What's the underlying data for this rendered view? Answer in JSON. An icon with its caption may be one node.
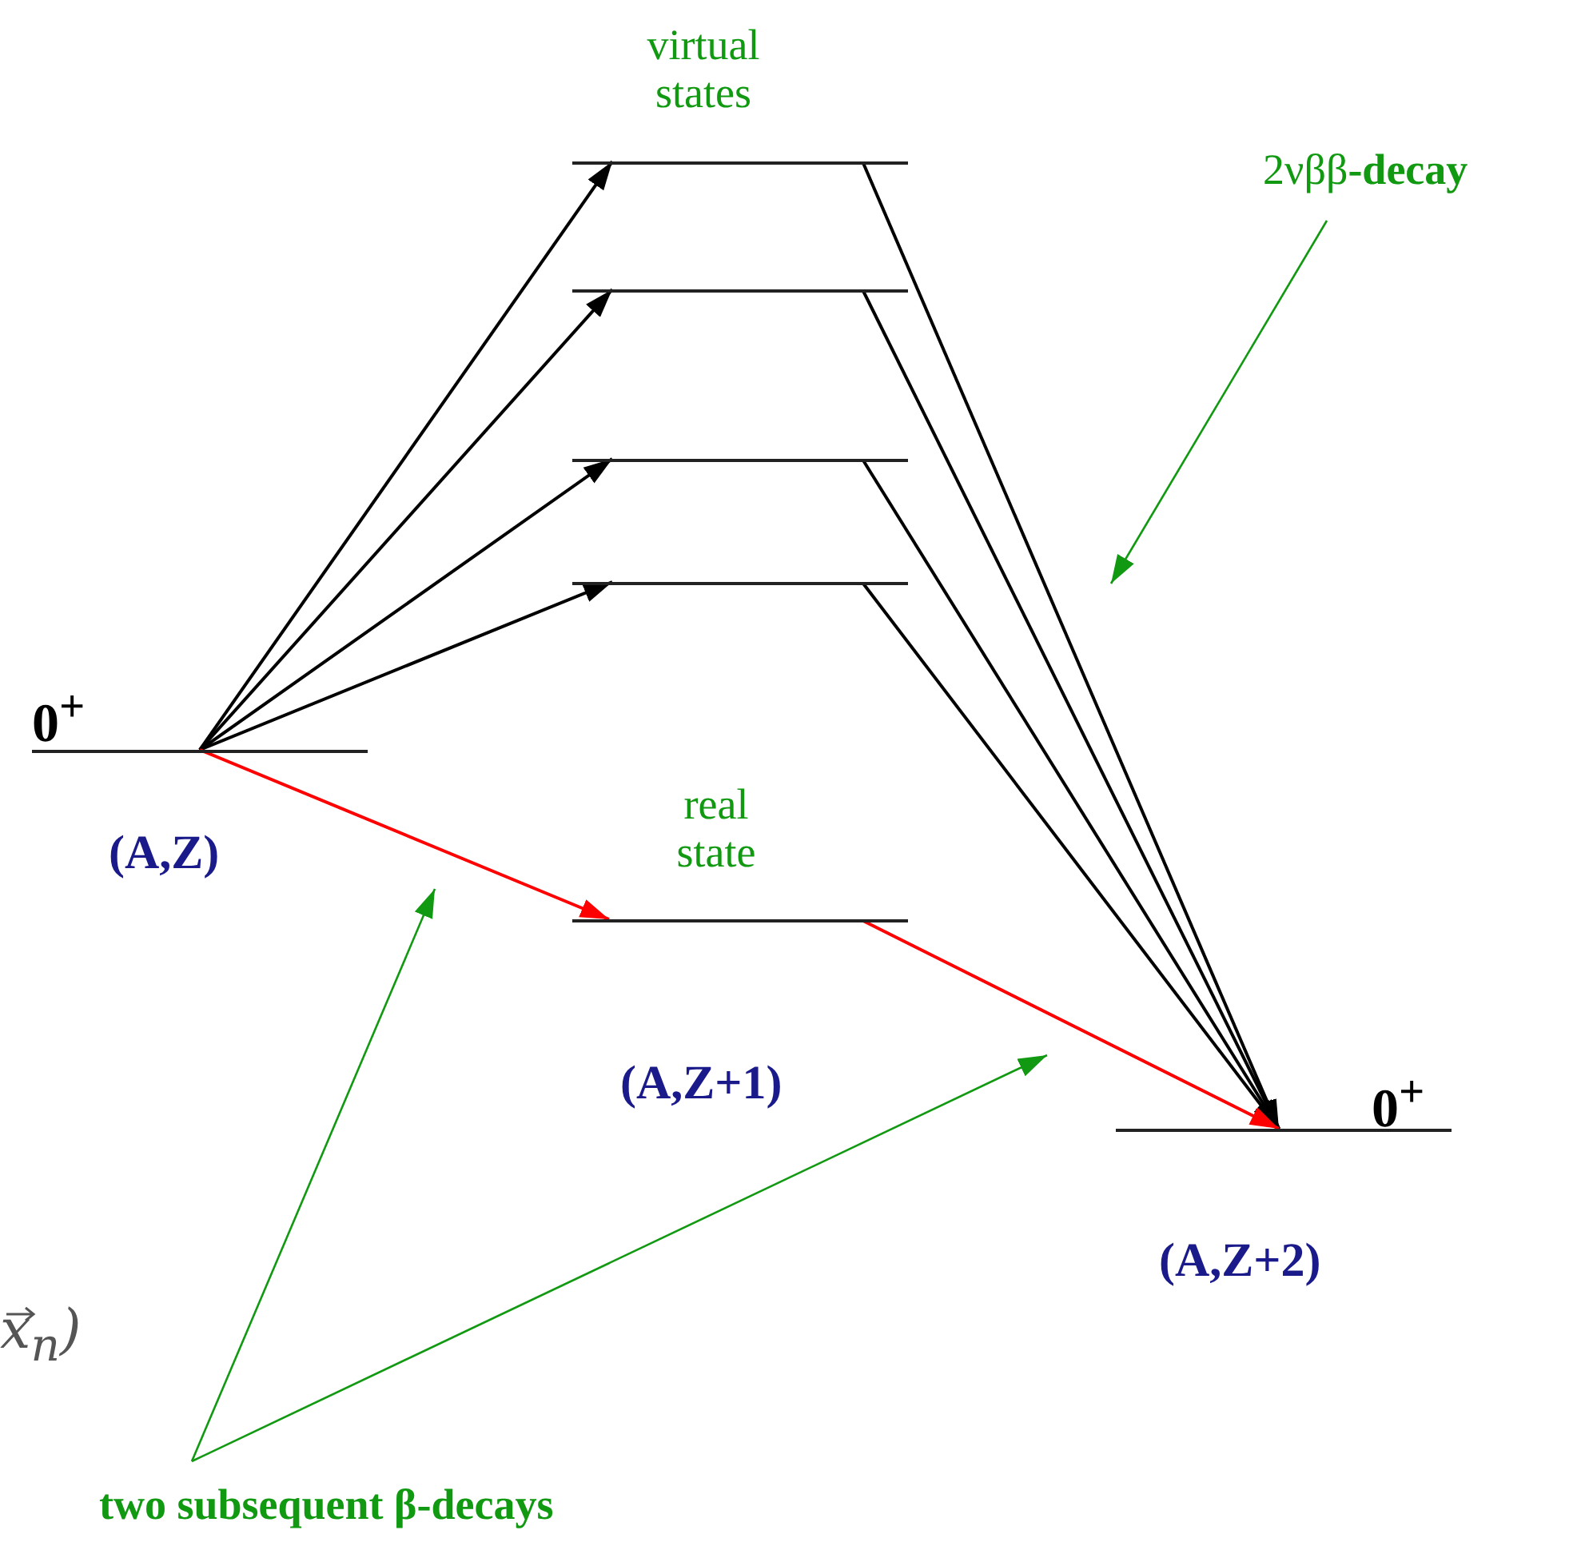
{
  "diagram": {
    "nodes": [
      {
        "text": [
          "0$^{+}$",
          "(A,Z)"
        ]
      },
      {
        "text": [],
        "shape": "bar"
      },
      {
        "text": [],
        "shape": "bar"
      },
      {
        "text": [],
        "shape": "bar"
      },
      {
        "text": [],
        "shape": "bar"
      },
      {
        "text": [
          "real state",
          "(A,Z+1)"
        ]
      },
      {
        "text": [
          "0$^{+}$",
          "(A,Z+2)"
        ]
      },
      {
        "text": [
          "2νββ**-decay**"
        ]
      },
      {
        "text": [
          "two subsequent β-decays"
        ]
      }
    ],
    "edges": [
      {
        "from": 0,
        "to": 1,
        "arrow": "to"
      },
      {
        "from": 0,
        "to": 2,
        "arrow": "to"
      },
      {
        "from": 0,
        "to": 3,
        "arrow": "to"
      },
      {
        "from": 0,
        "to": 4,
        "arrow": "to"
      },
      {
        "from": 1,
        "to": 6,
        "arrow": "to"
      },
      {
        "from": 2,
        "to": 6,
        "arrow": "to"
      },
      {
        "from": 3,
        "to": 6,
        "arrow": "to"
      },
      {
        "from": 4,
        "to": 6,
        "arrow": "to"
      },
      {
        "from": 0,
        "to": 5,
        "arrow": "to",
        "color": "#ff0000"
      },
      {
        "from": 5,
        "to": 6,
        "arrow": "to",
        "color": "#ff0000"
      },
      {
        "from": 7,
        "to": null,
        "arrow": "to",
        "color": "#119911"
      },
      {
        "from": 8,
        "to": null,
        "arrow": "to",
        "color": "#119911"
      },
      {
        "from": 8,
        "to": null,
        "arrow": "to",
        "color": "#119911"
      }
    ],
    "labels": [
      "virtual states",
      "x$_{n}$)"
    ]
  }
}
